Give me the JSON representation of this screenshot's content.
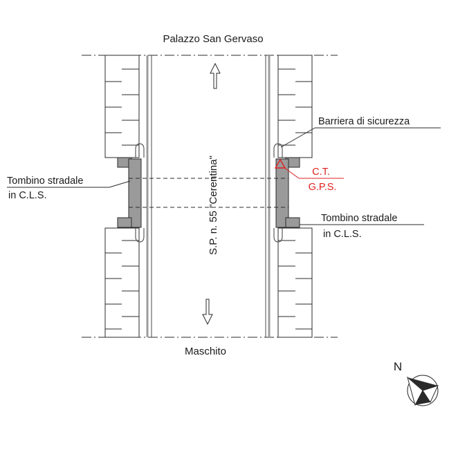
{
  "labels": {
    "north_destination": "Palazzo San Gervaso",
    "south_destination": "Maschito",
    "road_name": "S.P. n. 55 \"Cerentina\"",
    "barrier_label": "Barriera di sicurezza",
    "culvert_left_line1": "Tombino stradale",
    "culvert_left_line2": "in C.L.S.",
    "culvert_right_line1": "Tombino stradale",
    "culvert_right_line2": "in C.L.S.",
    "control_point_line1": "C.T.",
    "control_point_line2": "G.P.S.",
    "north_letter": "N"
  },
  "colors": {
    "line": "#2a2a2a",
    "culvert_fill": "#9a9a9a",
    "barrier": "#a8a8a8",
    "control_point": "#e02020"
  },
  "icons": {
    "north_arrow": "north-arrow-icon",
    "direction_up": "arrow-up-icon",
    "direction_down": "arrow-down-icon",
    "control_point_marker": "triangle-marker-icon"
  }
}
